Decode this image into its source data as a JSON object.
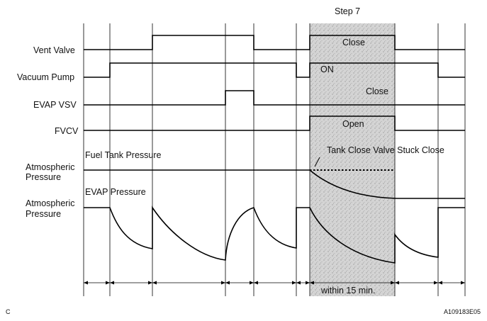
{
  "step_label": "Step 7",
  "signals": {
    "vent_valve": "Vent Valve",
    "vacuum_pump": "Vacuum Pump",
    "evap_vsv": "EVAP VSV",
    "fvcv": "FVCV",
    "fuel_tank_pressure": "Fuel Tank Pressure",
    "atmospheric_pressure_1_line1": "Atmospheric",
    "atmospheric_pressure_1_line2": "Pressure",
    "evap_pressure": "EVAP Pressure",
    "atmospheric_pressure_2_line1": "Atmospheric",
    "atmospheric_pressure_2_line2": "Pressure"
  },
  "step7_states": {
    "vent_valve": "Close",
    "vacuum_pump": "ON",
    "evap_vsv": "Close",
    "fvcv": "Open"
  },
  "annotation": "Tank Close Valve Stuck Close",
  "duration_label": "within 15 min.",
  "corner_left": "C",
  "corner_right": "A109183E05",
  "colors": {
    "step_shade": "#c9c9c9",
    "line": "#000000"
  }
}
